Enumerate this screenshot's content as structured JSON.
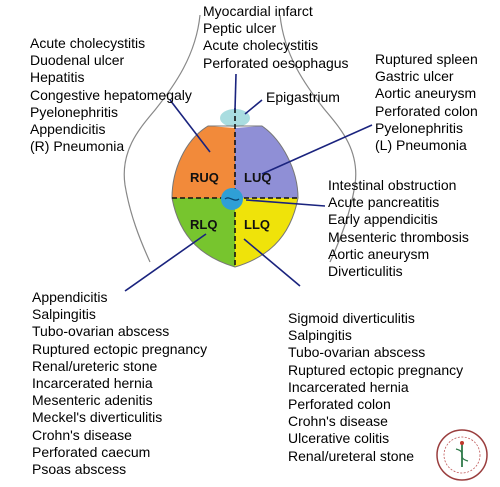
{
  "colors": {
    "ruq": "#f28a3a",
    "luq": "#8f8fd6",
    "rlq": "#77c52e",
    "llq": "#efe30a",
    "epigastrium": "#a9dde0",
    "umbilical": "#2f9fd6",
    "leader_lines": "#1a237e",
    "outline": "#888888",
    "divider": "#111111"
  },
  "regions": {
    "epigastrium": "Epigastrium",
    "ruq": "RUQ",
    "luq": "LUQ",
    "rlq": "RLQ",
    "llq": "LLQ"
  },
  "lists": {
    "epigastrium": [
      "Myocardial infarct",
      "Peptic ulcer",
      "Acute cholecystitis",
      "Perforated oesophagus"
    ],
    "ruq": [
      "Acute cholecystitis",
      "Duodenal ulcer",
      "Hepatitis",
      "Congestive hepatomegaly",
      "Pyelonephritis",
      "Appendicitis",
      "(R) Pneumonia"
    ],
    "luq": [
      "Ruptured spleen",
      "Gastric ulcer",
      "Aortic aneurysm",
      "Perforated colon",
      "Pyelonephritis",
      "(L) Pneumonia"
    ],
    "umbilical": [
      "Intestinal obstruction",
      "Acute pancreatitis",
      "Early appendicitis",
      "Mesenteric thrombosis",
      "Aortic aneurysm",
      "Diverticulitis"
    ],
    "rlq": [
      "Appendicitis",
      "Salpingitis",
      "Tubo-ovarian abscess",
      "Ruptured ectopic pregnancy",
      "Renal/ureteric stone",
      "Incarcerated hernia",
      "Mesenteric adenitis",
      "Meckel's diverticulitis",
      "Crohn's disease",
      "Perforated caecum",
      "Psoas abscess"
    ],
    "llq": [
      "Sigmoid diverticulitis",
      "Salpingitis",
      "Tubo-ovarian abscess",
      "Ruptured ectopic pregnancy",
      "Incarcerated hernia",
      "Perforated colon",
      "Crohn's disease",
      "Ulcerative colitis",
      "Renal/ureteral stone"
    ]
  }
}
